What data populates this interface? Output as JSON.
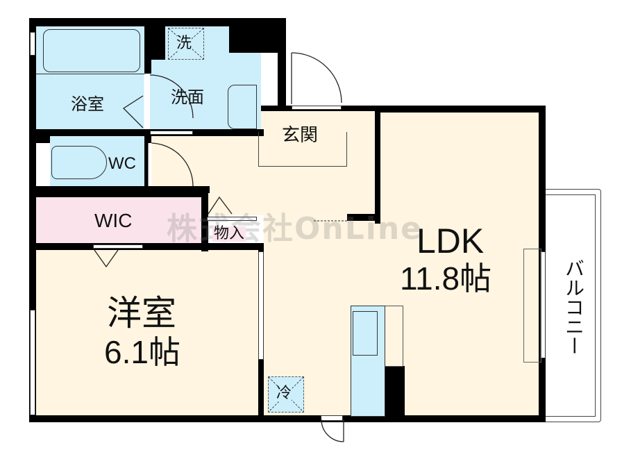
{
  "floorplan": {
    "rooms": {
      "bath": {
        "name": "浴室"
      },
      "washroom": {
        "name": "洗面"
      },
      "washer": {
        "name": "洗"
      },
      "toilet": {
        "name": "WC"
      },
      "entrance": {
        "name": "玄関"
      },
      "wic": {
        "name": "WIC"
      },
      "storage": {
        "name": "物入"
      },
      "ldk": {
        "name": "LDK",
        "size": "11.8帖"
      },
      "western": {
        "name": "洋室",
        "size": "6.1帖"
      },
      "fridge": {
        "name": "冷"
      },
      "balcony": {
        "name": "バルコニー"
      }
    },
    "watermark": "株式会社OnLine",
    "colors": {
      "wet_area": "#cdeefb",
      "living": "#fff5e1",
      "storage": "#fbe3ec",
      "wall": "#000000"
    }
  }
}
